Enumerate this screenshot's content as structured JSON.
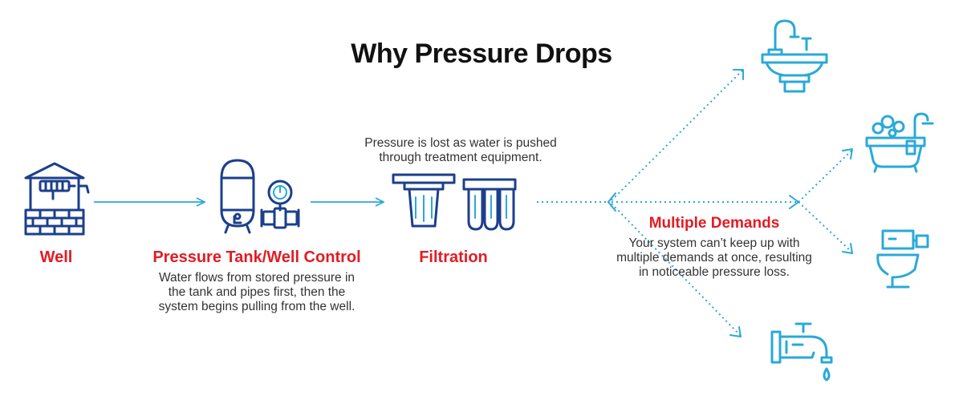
{
  "title": "Why Pressure Drops",
  "colors": {
    "navy": "#1b3f8b",
    "cyan": "#2aa9d8",
    "red": "#e31b23",
    "text": "#333333"
  },
  "stages": {
    "well": {
      "label": "Well",
      "icon": "well-icon"
    },
    "tank": {
      "label": "Pressure Tank/Well Control",
      "icon": "pressure-tank-icon",
      "desc": [
        "Water flows from stored pressure in",
        "the tank and pipes first, then the",
        "system begins pulling from the well."
      ]
    },
    "filtration": {
      "label": "Filtration",
      "icon": "filter-icon",
      "desc": [
        "Pressure is lost as water is pushed",
        "through treatment equipment."
      ]
    },
    "demands": {
      "label": "Multiple Demands",
      "desc": [
        "Your system can’t keep up with",
        "multiple demands at once, resulting",
        "in noticeable pressure loss."
      ]
    }
  },
  "fixtures": [
    "sink-icon",
    "bathtub-icon",
    "toilet-icon",
    "faucet-icon"
  ]
}
